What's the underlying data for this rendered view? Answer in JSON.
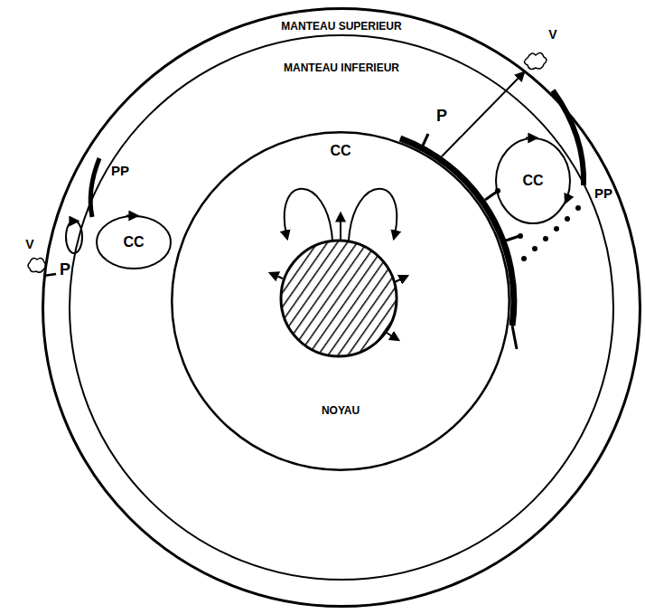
{
  "diagram": {
    "nodes": [
      {
        "text": [
          "MANTEAU SUPERIEUR"
        ]
      },
      {
        "text": [
          "MANTEAU INFERIEUR"
        ],
        "in": 0
      },
      {
        "text": [
          "CC"
        ],
        "in": 1
      },
      {
        "text": [
          "CC"
        ],
        "in": 1
      },
      {
        "text": [
          "NOYAU"
        ],
        "in": 1
      }
    ],
    "labels": [
      "V",
      "P",
      "PP",
      "CC",
      "PP",
      "V",
      "P"
    ]
  }
}
